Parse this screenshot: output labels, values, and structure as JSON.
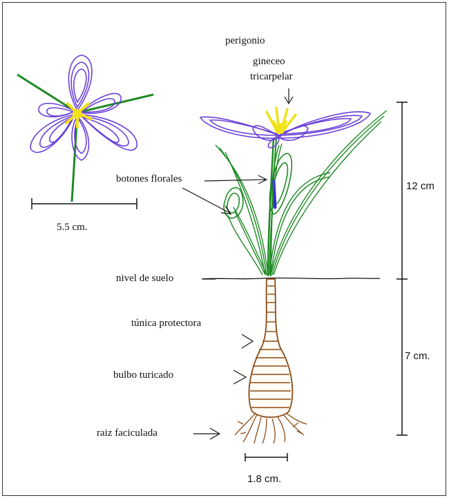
{
  "labels": {
    "perigonio": "perigonio",
    "gineceo_1": "gineceo",
    "gineceo_2": "tricarpelar",
    "botones": "botones florales",
    "nivel": "nivel de suelo",
    "tunica": "túnica protectora",
    "bulbo": "bulbo turicado",
    "raiz": "raiz faciculada"
  },
  "measures": {
    "flower_width": "5.5 cm.",
    "plant_height": "12 cm",
    "bulb_height": "7 cm.",
    "bulb_width": "1.8 cm."
  },
  "colors": {
    "petal": "#6a3fd8",
    "leaf": "#1e8a24",
    "stamen": "#f2e21b",
    "bulb": "#8b4a12",
    "line": "#111111"
  }
}
